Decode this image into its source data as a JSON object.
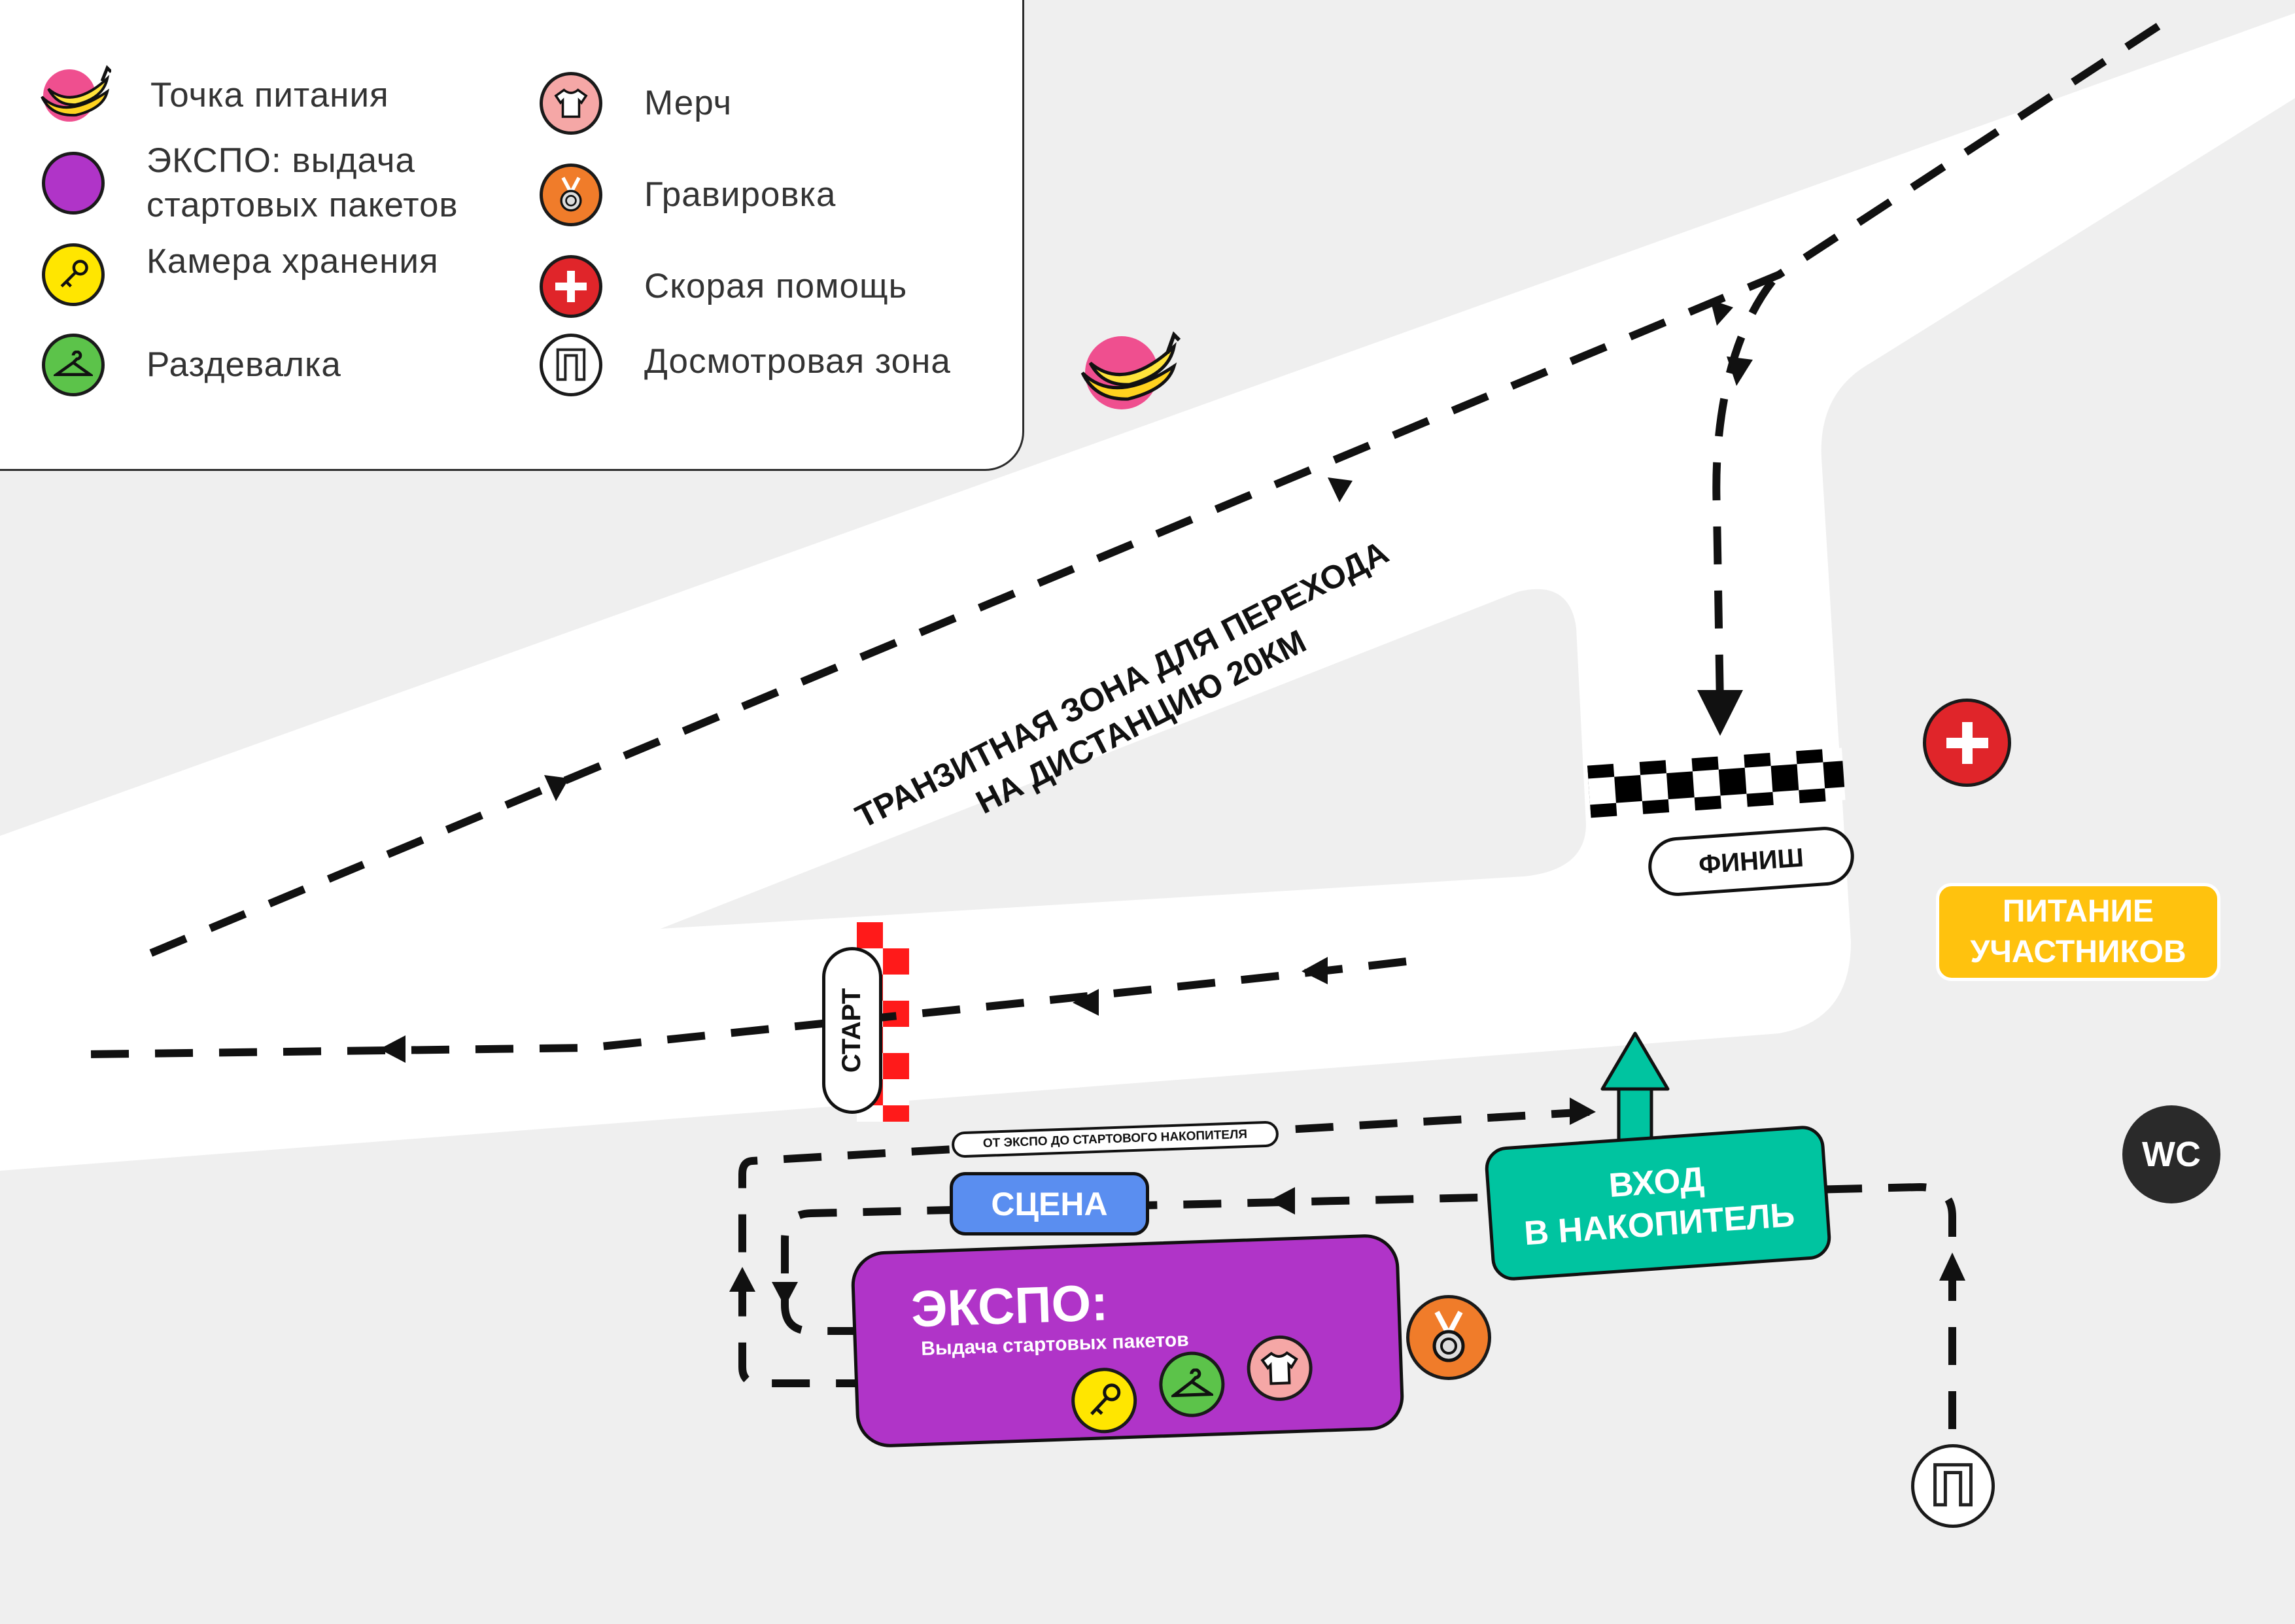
{
  "legend": {
    "left": [
      {
        "icon": "banana-icon",
        "label": "Точка питания"
      },
      {
        "icon": "expo-circle-icon",
        "label": "ЭКСПО: выдача стартовых пакетов",
        "line1": "ЭКСПО: выдача",
        "line2": "стартовых пакетов"
      },
      {
        "icon": "key-icon",
        "label": "Камера хранения"
      },
      {
        "icon": "hanger-icon",
        "label": "Раздевалка"
      }
    ],
    "right": [
      {
        "icon": "tshirt-icon",
        "label": "Мерч"
      },
      {
        "icon": "medal-icon",
        "label": "Гравировка"
      },
      {
        "icon": "plus-icon",
        "label": "Скорая помощь"
      },
      {
        "icon": "inspection-icon",
        "label": "Досмотровая зона"
      }
    ]
  },
  "map": {
    "transit_line1": "ТРАНЗИТНАЯ ЗОНА ДЛЯ ПЕРЕХОДА",
    "transit_line2": "НА ДИСТАНЦИЮ 20КМ",
    "finish": "ФИНИШ",
    "start": "СТАРТ",
    "route_label": "ОТ ЭКСПО ДО СТАРТОВОГО НАКОПИТЕЛЯ",
    "stage": "СЦЕНА",
    "entrance_line1": "ВХОД",
    "entrance_line2": "В НАКОПИТЕЛЬ",
    "food_line1": "ПИТАНИЕ",
    "food_line2": "УЧАСТНИКОВ",
    "wc": "WC",
    "inspection_glyph": "П",
    "expo_title": "ЭКСПО:",
    "expo_sub": "Выдача стартовых пакетов"
  },
  "colors": {
    "background": "#efefef",
    "road": "#ffffff",
    "expo": "#b034c8",
    "stage": "#5a8ef0",
    "entrance": "#00c4a0",
    "food": "#ffc20e",
    "wc": "#2a2a2a",
    "ambulance": "#e0252a",
    "key": "#ffe600",
    "hanger": "#5cc34a",
    "merch": "#f5a7a6",
    "medal": "#f07c2a",
    "banana_bg": "#ef4f8f",
    "start_checker": "#ff1a1a"
  }
}
